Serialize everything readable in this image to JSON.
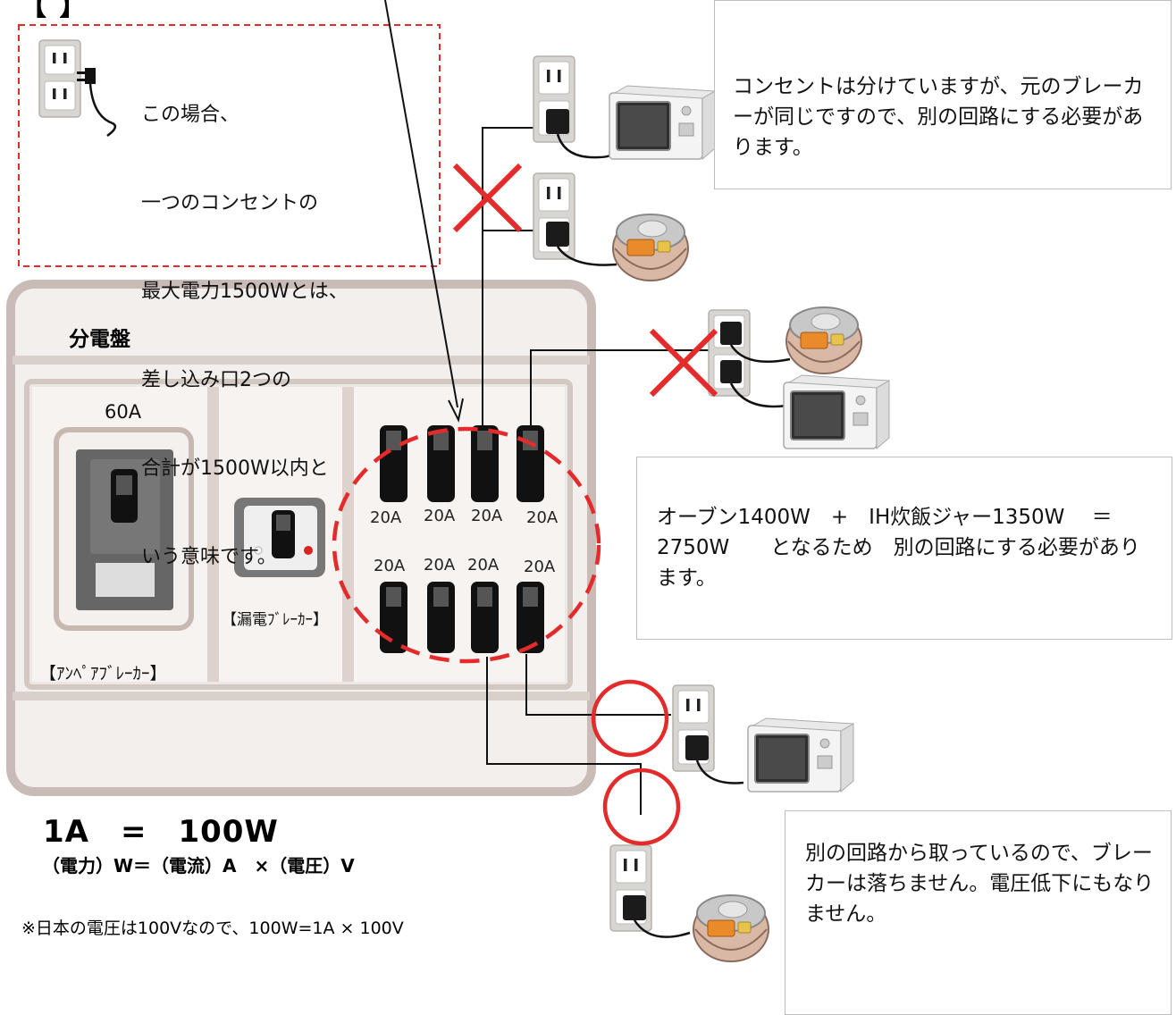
{
  "header_cut_text": "【 】",
  "note_box_top": {
    "lines": [
      "この場合、",
      "一つのコンセントの",
      "最大電力1500Wとは、",
      "差し込み口2つの",
      "合計が1500W以内と",
      "いう意味です。"
    ]
  },
  "callout_top_right": {
    "text": "コンセントは分けていますが、元のブレーカーが同じですので、別の回路にする必要があります。"
  },
  "callout_mid_right": {
    "text": "オーブン1400W　+　IH炊飯ジャー1350W　 ＝　2750W　　となるため　別の回路にする必要があります。"
  },
  "callout_bottom_right": {
    "text": "別の回路から取っているので、ブレーカーは落ちません。電圧低下にもなりません。"
  },
  "panel": {
    "title": "分電盤",
    "main_breaker_rating": "60A",
    "main_breaker_label": "【ｱﾝﾍﾟｱﾌﾞﾚｰｶｰ】",
    "leakage_breaker_label": "【漏電ﾌﾞﾚｰｶｰ】",
    "branch_top_ratings": [
      "20A",
      "20A",
      "20A",
      "20A"
    ],
    "branch_bottom_ratings": [
      "20A",
      "20A",
      "20A",
      "20A"
    ]
  },
  "formula": {
    "main": "1A　=　100W",
    "sub": "（電力）W＝（電流）A　×（電圧）V",
    "note": "※日本の電圧は100Vなので、100W=1A × 100V"
  },
  "colors": {
    "warning_red": "#e32b2b",
    "panel_frame": "#c9bcb6",
    "panel_fill": "#f2efed",
    "breaker_dark": "#1e1e1e",
    "callout_border": "#bdbdbd"
  },
  "icons": [
    "outlet-icon",
    "plug-icon",
    "microwave-icon",
    "rice-cooker-icon",
    "cross-mark-icon",
    "circle-ok-icon"
  ]
}
